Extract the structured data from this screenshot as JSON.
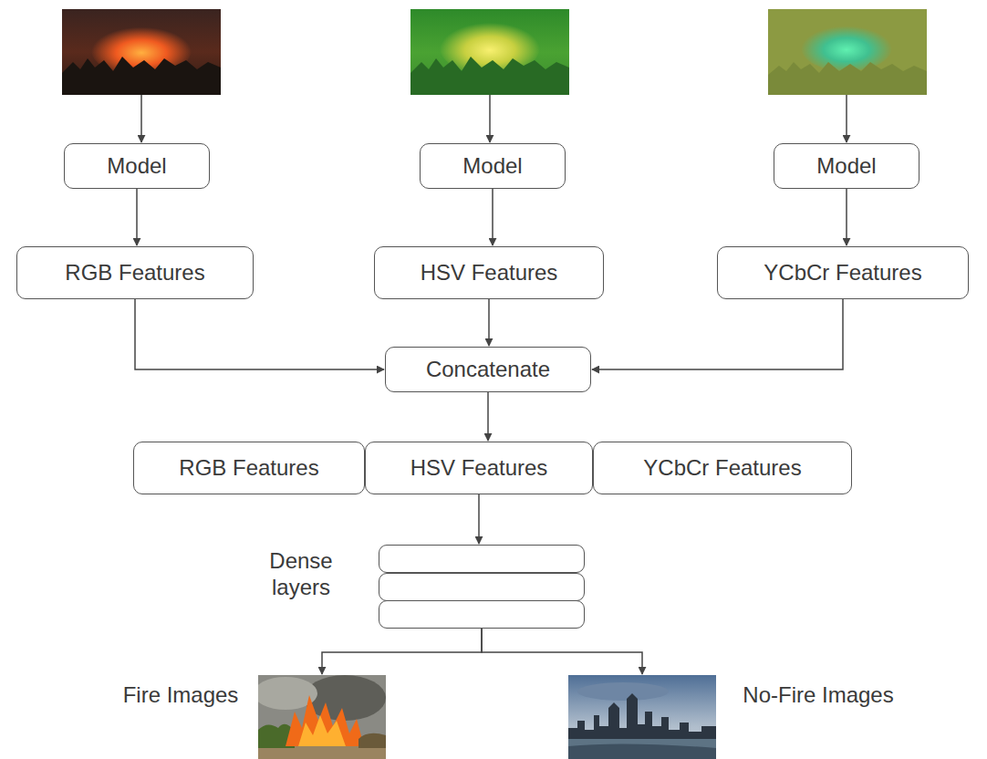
{
  "diagram": {
    "nodes": [
      {
        "text": [
          "Model"
        ]
      },
      {
        "text": [
          "Model"
        ]
      },
      {
        "text": [
          "Model"
        ]
      },
      {
        "text": [
          "RGB Features"
        ]
      },
      {
        "text": [
          "HSV Features"
        ]
      },
      {
        "text": [
          "YCbCr Features"
        ]
      },
      {
        "text": [
          "Concatenate"
        ]
      },
      {
        "text": [
          "RGB Features"
        ]
      },
      {
        "text": [
          "HSV Features"
        ]
      },
      {
        "text": [
          "YCbCr Features"
        ]
      },
      {
        "text": [
          "Dense layers"
        ]
      },
      {
        "text": [
          "Fire Images"
        ]
      },
      {
        "text": [
          "No-Fire Images"
        ]
      }
    ],
    "edges": [
      {
        "from": 0,
        "to": 3,
        "arrow": "to"
      },
      {
        "from": 1,
        "to": 4,
        "arrow": "to"
      },
      {
        "from": 2,
        "to": 5,
        "arrow": "to"
      },
      {
        "from": 3,
        "to": 6,
        "arrow": "to"
      },
      {
        "from": 4,
        "to": 6,
        "arrow": "to"
      },
      {
        "from": 5,
        "to": 6,
        "arrow": "to"
      },
      {
        "from": 6,
        "to": 8,
        "arrow": "to"
      },
      {
        "from": 8,
        "to": 10,
        "arrow": "to"
      },
      {
        "from": 10,
        "to": 11,
        "arrow": "to"
      },
      {
        "from": 10,
        "to": 12,
        "arrow": "to"
      }
    ]
  }
}
